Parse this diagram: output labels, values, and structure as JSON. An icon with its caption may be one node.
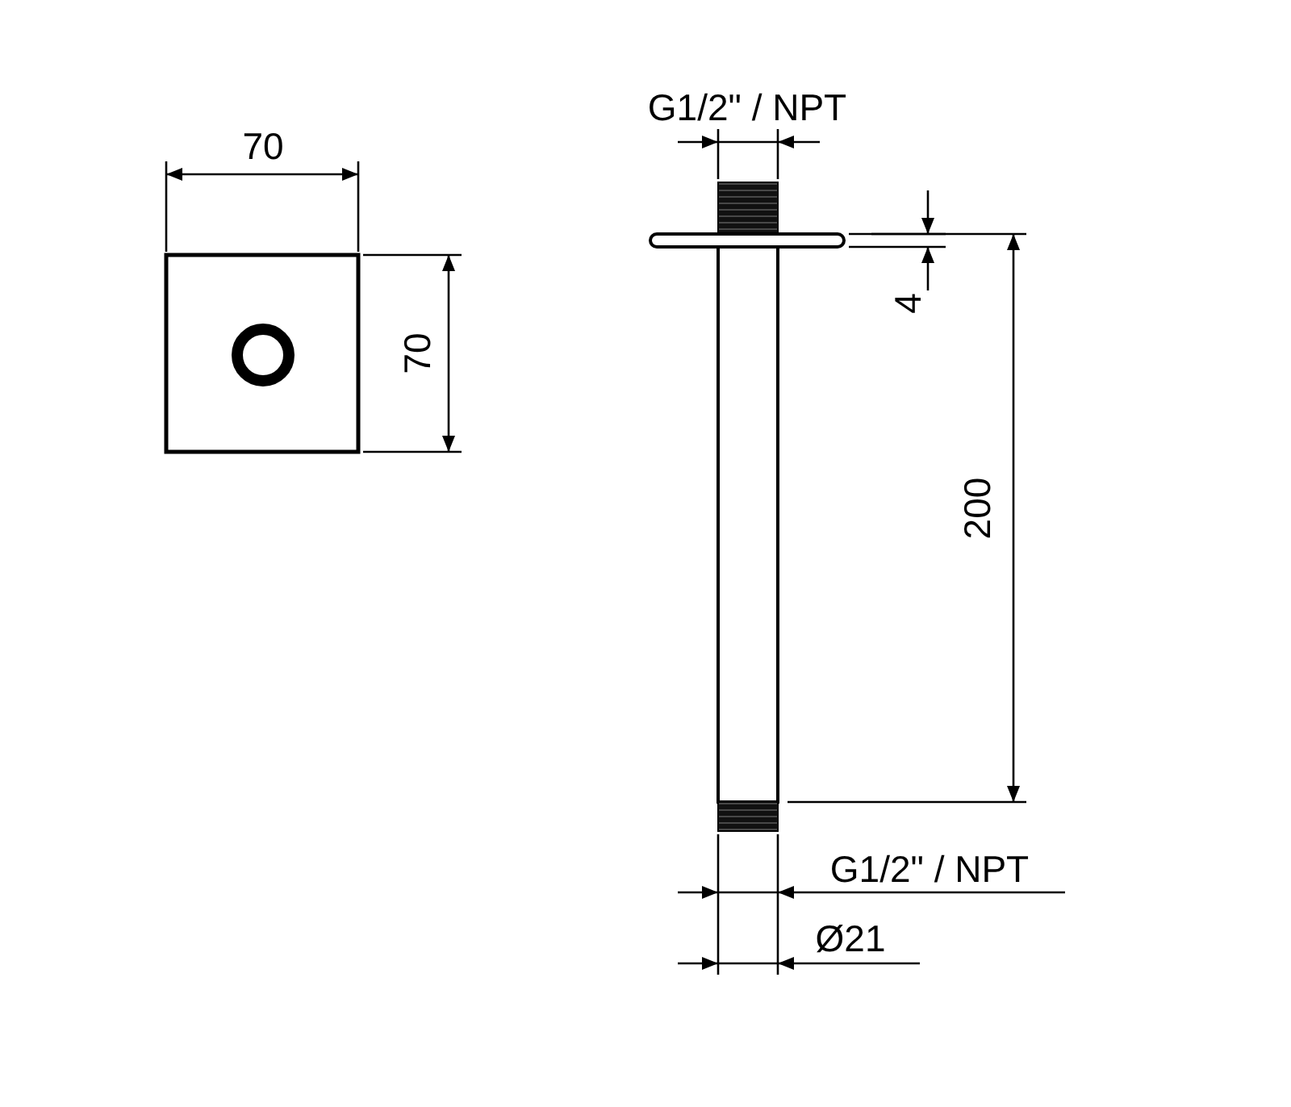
{
  "diagram": {
    "labels": [
      "70",
      "70",
      "G1/2\" / NPT",
      "4",
      "200",
      "G1/2\" / NPT",
      "Ø21"
    ]
  }
}
